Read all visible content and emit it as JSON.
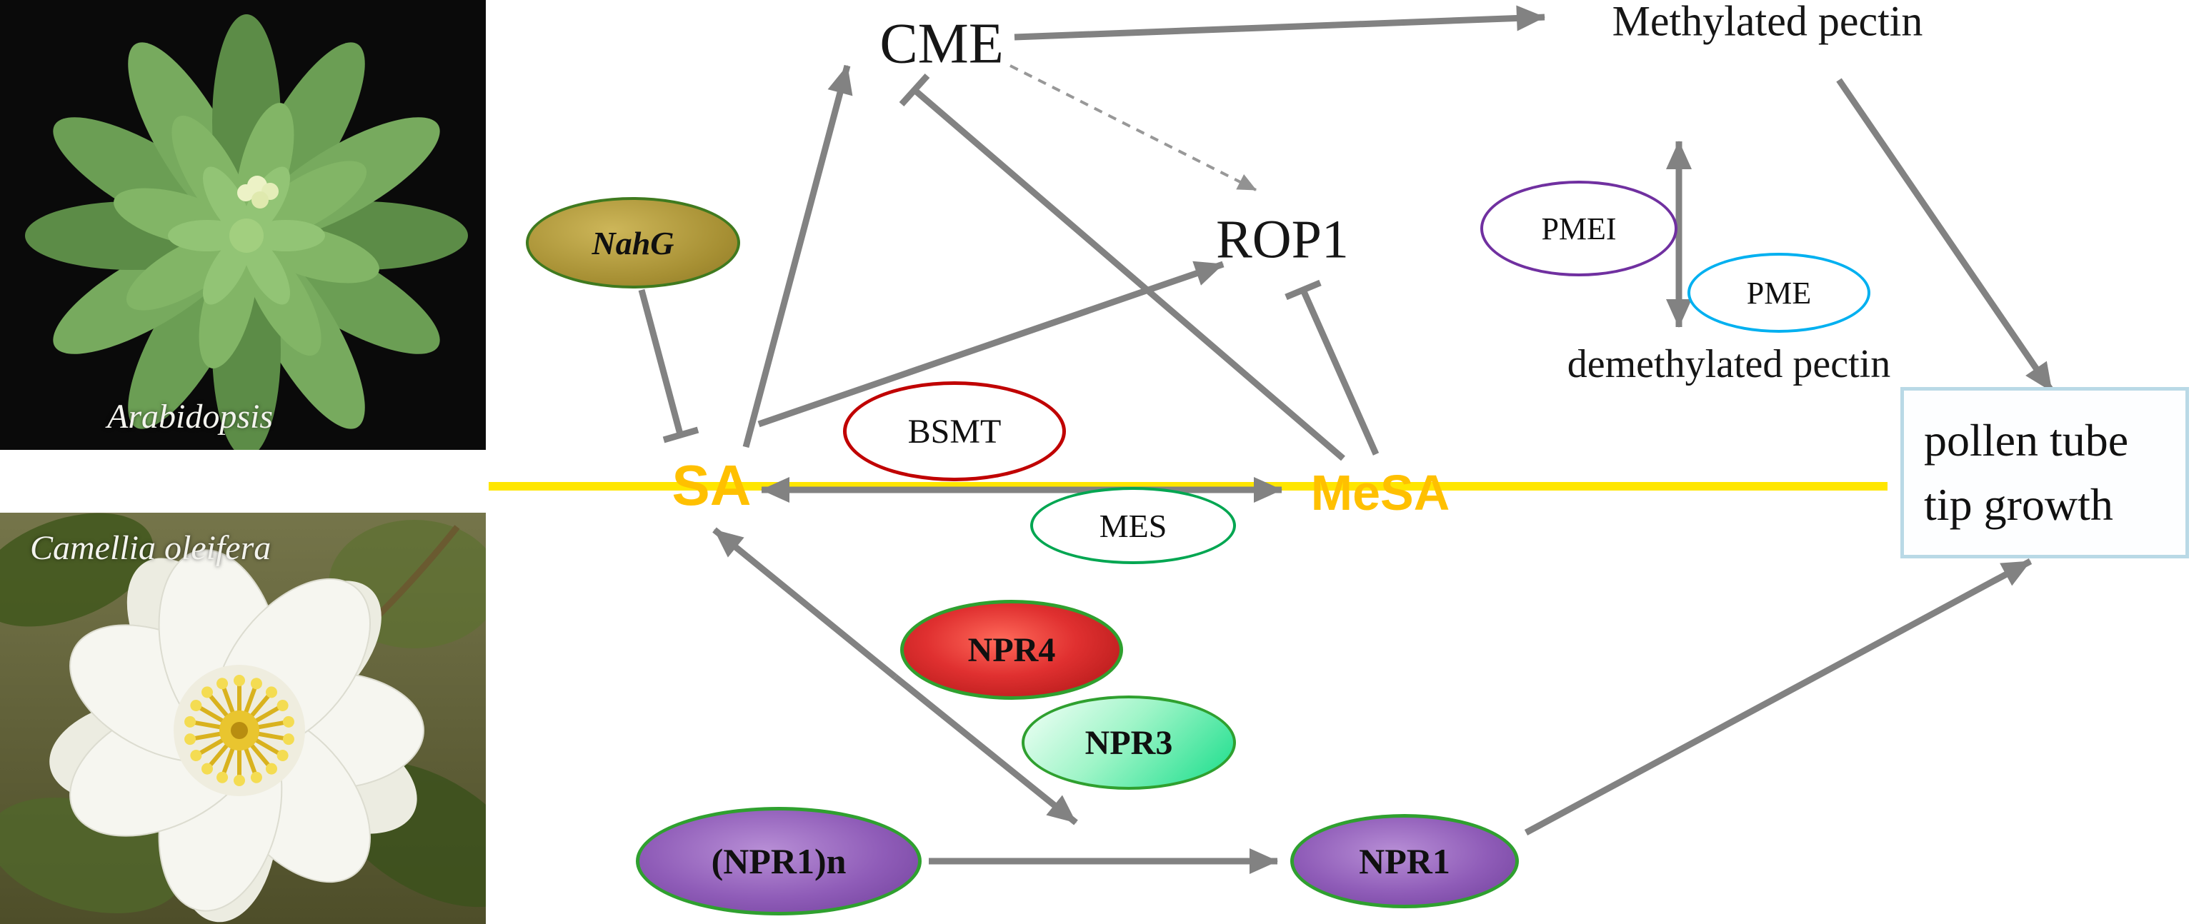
{
  "photos": {
    "arabidopsis": {
      "label": "Arabidopsis"
    },
    "camellia": {
      "label": "Camellia oleifera"
    }
  },
  "diagram": {
    "labels": {
      "cme": "CME",
      "methylated_pectin": "Methylated pectin",
      "rop1": "ROP1",
      "demethylated_pectin": "demethylated pectin",
      "sa": "SA",
      "mesa": "MeSA"
    },
    "pollen_box": {
      "line1": "pollen tube",
      "line2": "tip growth"
    },
    "nodes": {
      "nahg": {
        "label": "NahG"
      },
      "bsmt": {
        "label": "BSMT"
      },
      "mes": {
        "label": "MES"
      },
      "pmei": {
        "label": "PMEI"
      },
      "pme": {
        "label": "PME"
      },
      "npr4": {
        "label": "NPR4"
      },
      "npr3": {
        "label": "NPR3"
      },
      "npr1n": {
        "label": "(NPR1)n"
      },
      "npr1": {
        "label": "NPR1"
      }
    },
    "colors": {
      "sa_text": "#FFC000",
      "mesa_text": "#FFC000",
      "axis_line": "#FFE600",
      "arrow": "#828282",
      "nahg_fill": "#A68F33",
      "nahg_border": "#3F7A1F",
      "bsmt_border": "#C00000",
      "mes_border": "#00A651",
      "pmei_border": "#7030A0",
      "pme_border": "#00B0F0",
      "npr_border_green": "#2FA02F",
      "npr4_fill": "#D42A2A",
      "npr3_fill": "#2FE096",
      "npr1_fill": "#8A57B4",
      "pollen_box_border": "#B9D9E6"
    }
  }
}
